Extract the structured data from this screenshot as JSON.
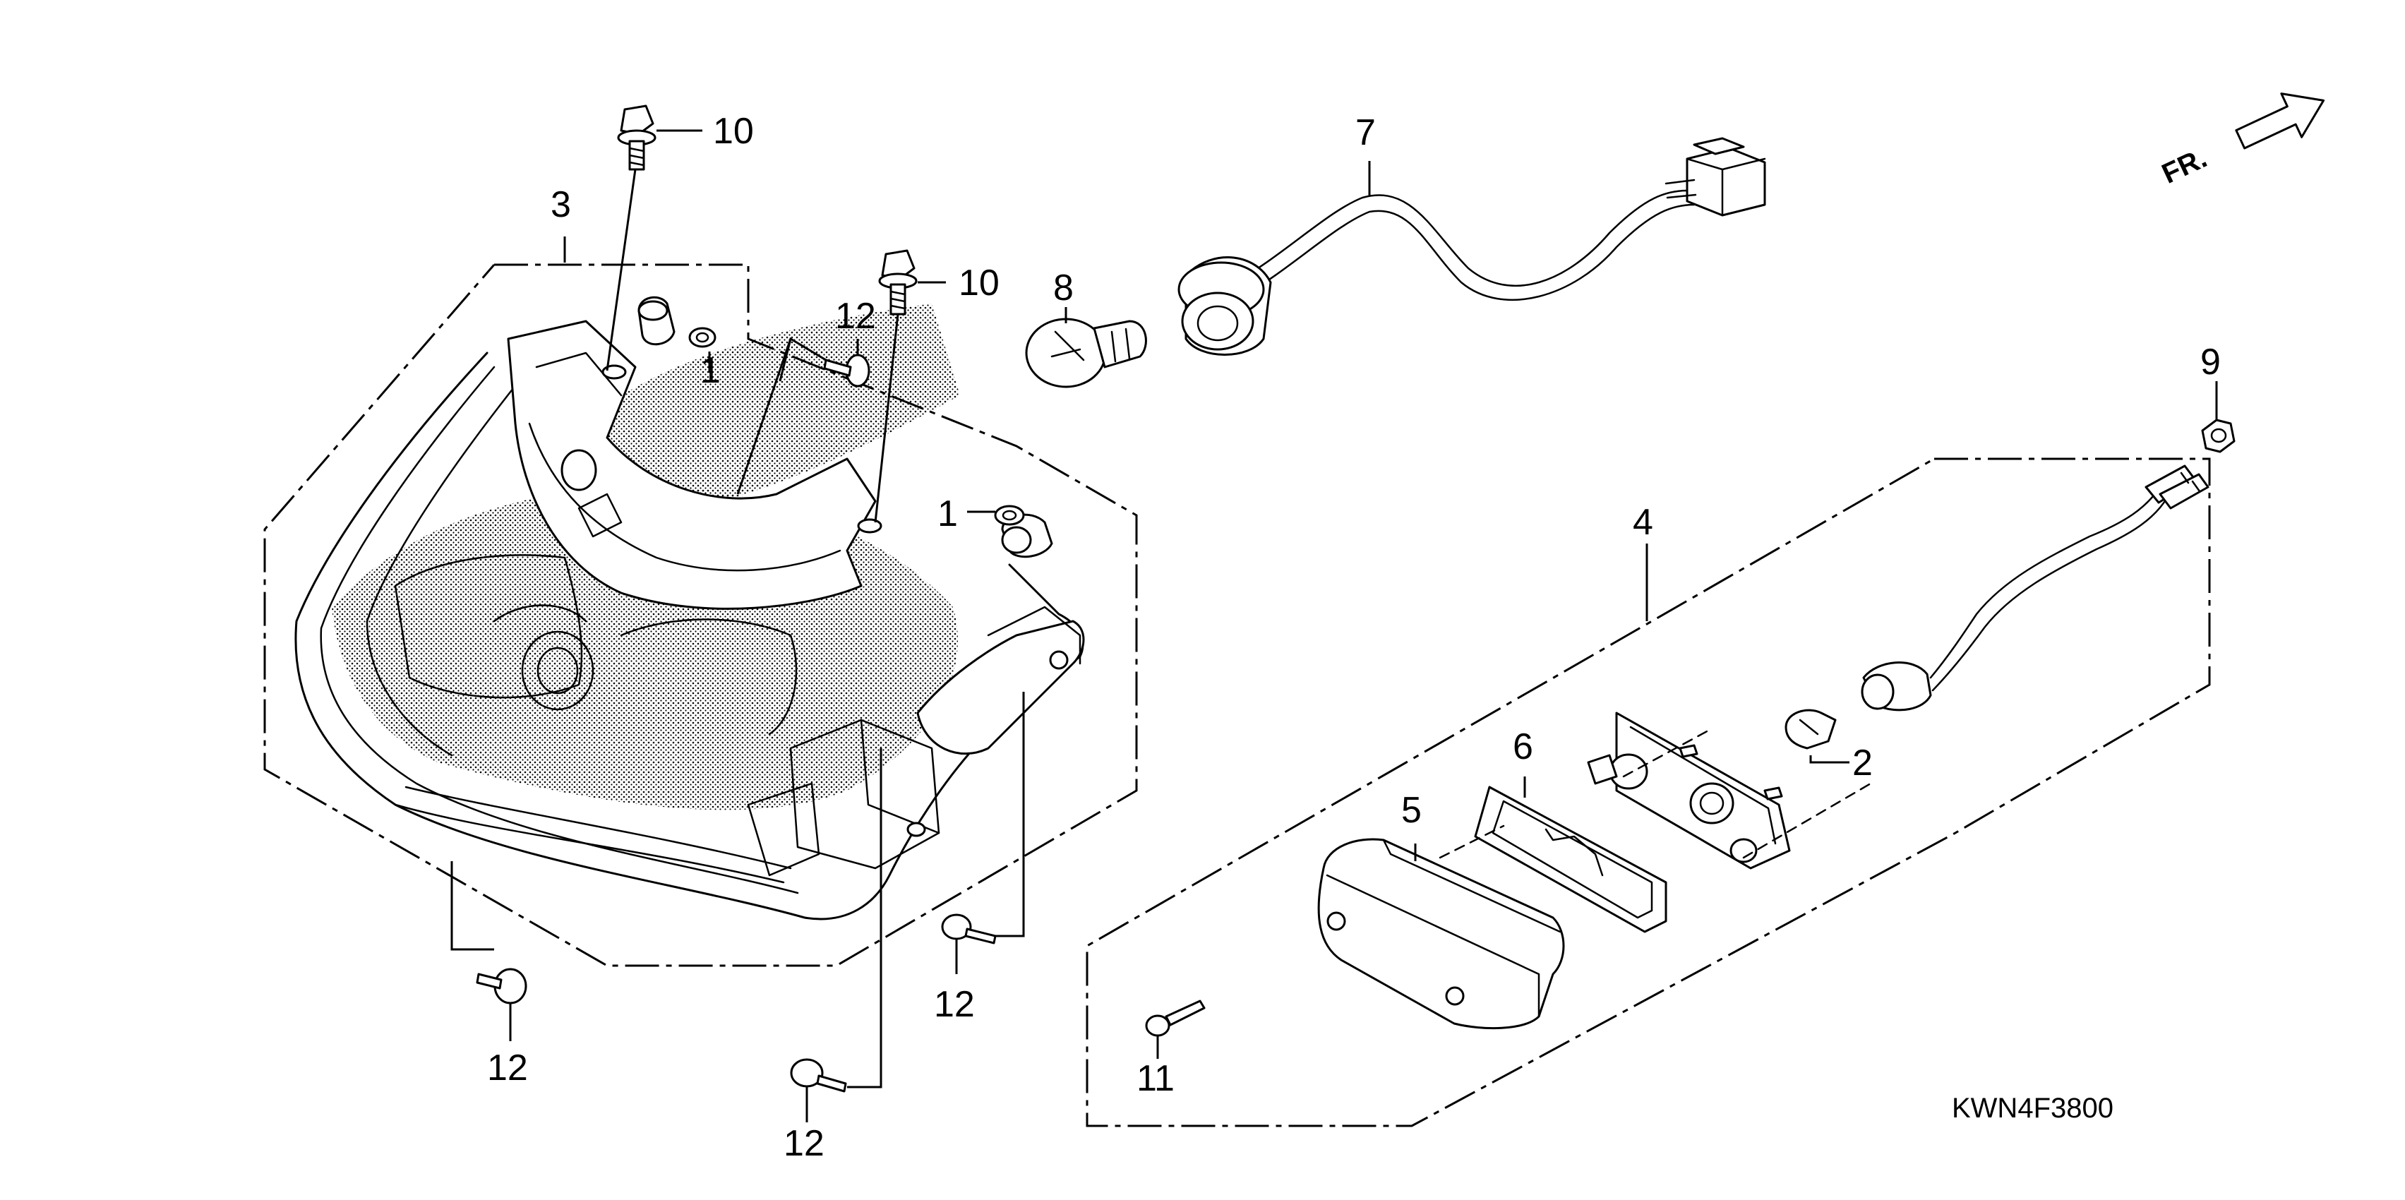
{
  "diagram_code": "KWN4F3800",
  "direction_label": "FR.",
  "callouts": {
    "c1a": "1",
    "c1b": "1",
    "c2": "2",
    "c3": "3",
    "c4": "4",
    "c5": "5",
    "c6": "6",
    "c7": "7",
    "c8": "8",
    "c9": "9",
    "c10a": "10",
    "c10b": "10",
    "c11": "11",
    "c12a": "12",
    "c12b": "12",
    "c12c": "12",
    "c12d": "12"
  }
}
